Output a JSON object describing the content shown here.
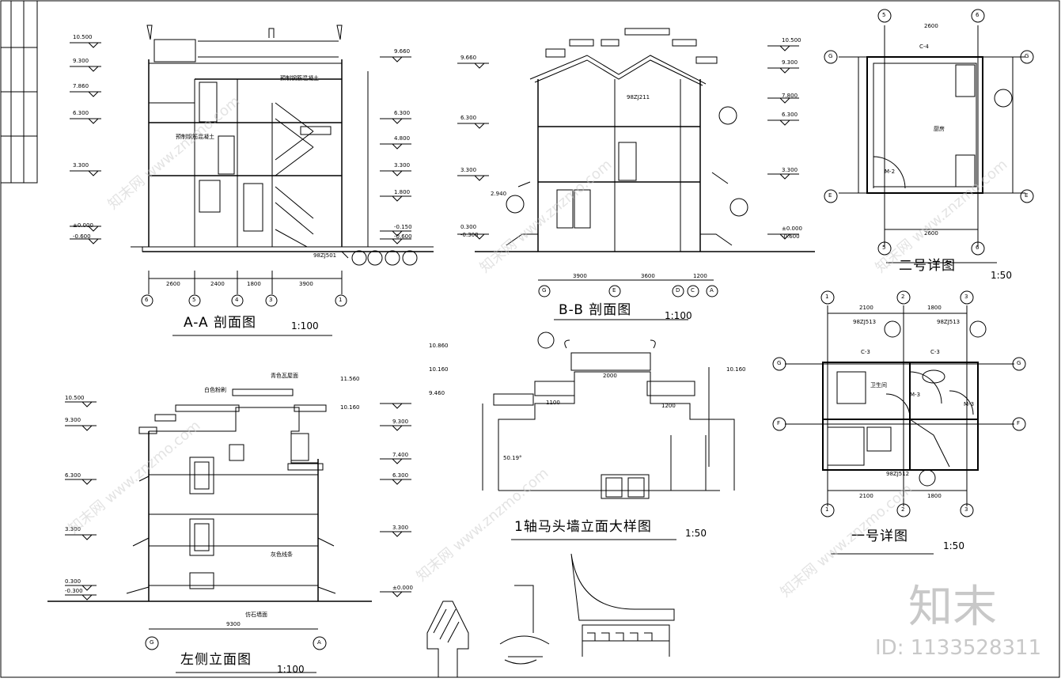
{
  "titles": {
    "aa": "A-A  剖面图",
    "aa_scale": "1:100",
    "bb": "B-B  剖面图",
    "bb_scale": "1:100",
    "left_elev": "左侧立面图",
    "left_elev_scale": "1:100",
    "mtq": "1轴马头墙立面大样图",
    "mtq_scale": "1:50",
    "d2": "二号详图",
    "d2_scale": "1:50",
    "d1": "一号详图",
    "d1_scale": "1:50"
  },
  "aa": {
    "levels_left": [
      "10.500",
      "9.300",
      "7.860",
      "6.300",
      "3.300",
      "±0.000",
      "-0.600"
    ],
    "levels_right": [
      "9.660",
      "6.300",
      "4.800",
      "3.300",
      "1.800",
      "-0.150",
      "-0.600"
    ],
    "axes": [
      "6",
      "5",
      "4",
      "3",
      "1"
    ],
    "dims": [
      "2600",
      "2400",
      "1800",
      "3900"
    ],
    "notes": [
      "预制钢筋混凝土",
      "预制钢筋混凝土"
    ],
    "ref": "98ZJ501"
  },
  "bb": {
    "levels_left": [
      "9.660",
      "6.300",
      "3.300",
      "2.940",
      "0.300",
      "-0.300"
    ],
    "levels_right": [
      "10.500",
      "9.300",
      "7.800",
      "6.300",
      "3.300",
      "±0.000",
      "-0.600"
    ],
    "axes": [
      "G",
      "E",
      "D",
      "C",
      "A"
    ],
    "dims": [
      "3900",
      "3600",
      "1200"
    ],
    "ref": "98ZJ211"
  },
  "d2": {
    "axes_top": [
      "5",
      "6"
    ],
    "axes_side": [
      "G",
      "E"
    ],
    "dim": "2600",
    "door": "M-2",
    "window": "C-4",
    "room": "厨房"
  },
  "d1": {
    "axes_top": [
      "1",
      "2",
      "3"
    ],
    "axes_side": [
      "G",
      "F"
    ],
    "dims": [
      "2100",
      "1800"
    ],
    "refs": [
      "98ZJ513",
      "98ZJ513",
      "98ZJ512"
    ],
    "windows": [
      "C-3",
      "C-3"
    ],
    "room": "卫生间",
    "doors": [
      "M-3",
      "M-3"
    ]
  },
  "left_elev": {
    "levels_left": [
      "10.500",
      "9.300",
      "6.300",
      "3.300",
      "0.300",
      "-0.300"
    ],
    "levels_right": [
      "11.560",
      "10.160",
      "9.300",
      "7.400",
      "6.300",
      "3.300",
      "±0.000"
    ],
    "axes": [
      "G",
      "A"
    ],
    "dim": "9300",
    "notes": [
      "白色粉刷",
      "青色瓦屋面",
      "灰色线条",
      "仿石墙面"
    ]
  },
  "mtq": {
    "levels": [
      "10.860",
      "10.160",
      "9.460"
    ],
    "dims": [
      "2000",
      "1100",
      "1200"
    ],
    "angle": "50.19°"
  },
  "watermark": {
    "brand": "知末",
    "id": "ID: 1133528311",
    "text": "知末网 www.znzmo.com"
  },
  "colors": {
    "line": "#000000",
    "watermark": "#c8c8c8"
  }
}
